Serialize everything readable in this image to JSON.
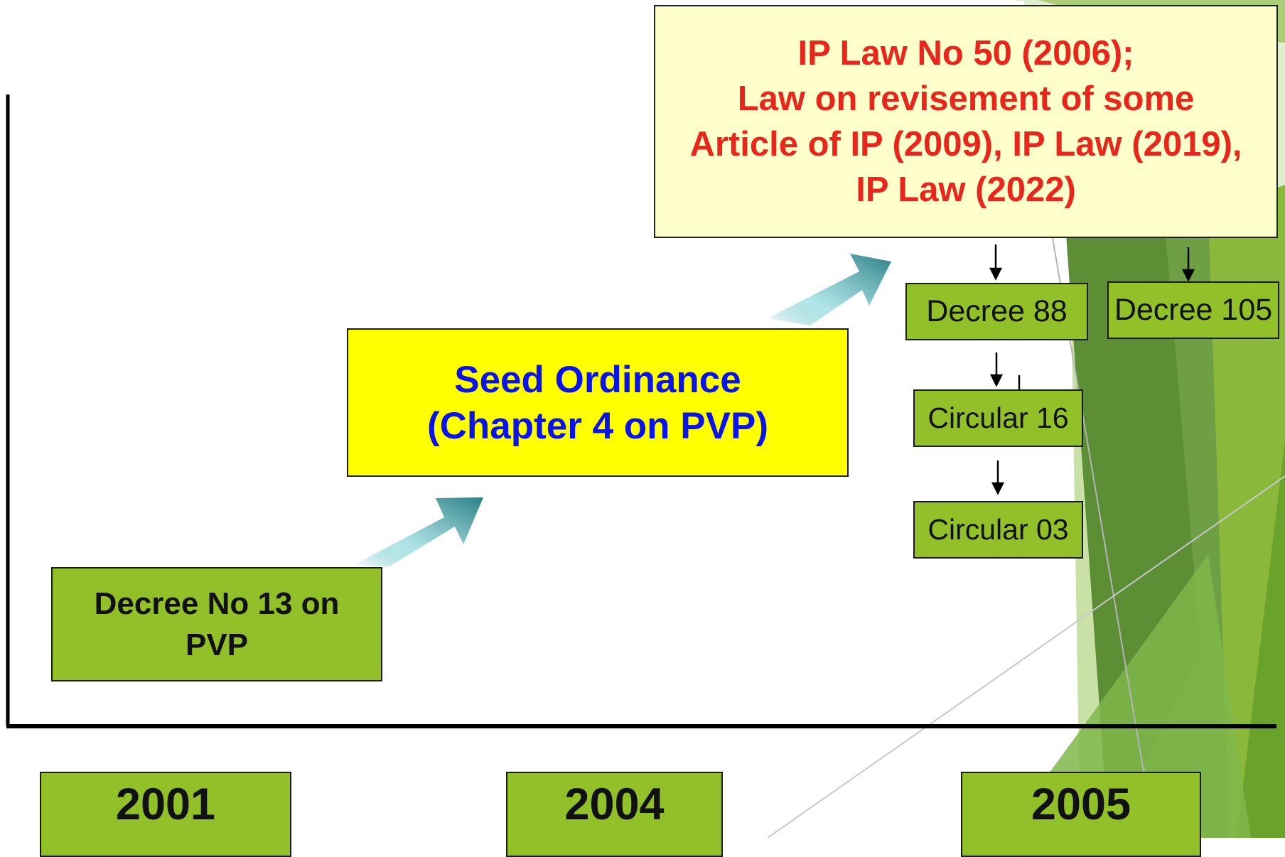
{
  "ip_law_box": {
    "text": "IP Law No 50 (2006);\nLaw on revisement of some\nArticle of IP (2009), IP Law (2019),\nIP Law (2022)"
  },
  "seed_ordinance_box": {
    "text": "Seed Ordinance\n(Chapter 4 on PVP)"
  },
  "decree13_box": {
    "text": "Decree No 13 on\nPVP"
  },
  "sub_boxes": {
    "decree88": "Decree 88",
    "decree105": "Decree 105",
    "circular16": "Circular 16",
    "circular03": "Circular 03"
  },
  "years": [
    "2001",
    "2004",
    "2005"
  ],
  "colors": {
    "box_green": "#92c028",
    "ip_box_fill": "#ffffcc",
    "ip_text": "#e8261c",
    "seed_fill": "#ffff00",
    "seed_text": "#0b14e6",
    "arrow_teal": "#2e8b8f"
  }
}
